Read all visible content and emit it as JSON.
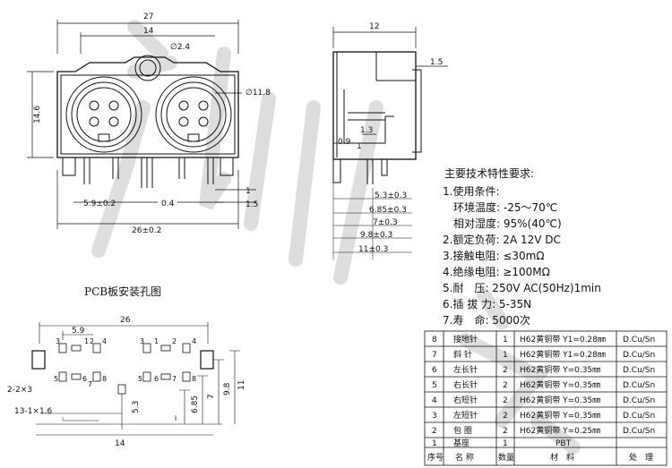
{
  "front_view": {
    "dims": {
      "overall_width": "27",
      "half_width": "14",
      "hole_dia": "∅2.4",
      "body_dia": "∅11.8",
      "height": "14.6",
      "pin_pitch_a": "5.9±0.2",
      "pin_gap": "0.4",
      "pin_h1": "1",
      "pin_h2": "1.5",
      "total_width": "26±0.2"
    }
  },
  "side_view": {
    "dims": {
      "depth": "12",
      "flange": "1.5",
      "d09": "0.9",
      "d13": "1.3",
      "d1": "1",
      "p53": "5.3±0.3",
      "p685": "6.85±0.3",
      "p7": "7±0.3",
      "p98": "9.8±0.3",
      "p11": "11±0.3"
    }
  },
  "pcb": {
    "title": "PCB板安装孔图",
    "dims": {
      "top": "26",
      "pitch": "5.9",
      "bottom": "14",
      "hole_a": "2-2×3",
      "hole_b": "13-1×1.6",
      "v53": "5.3",
      "v685": "6.85",
      "v7": "7",
      "v98": "9.8",
      "v11": "11"
    },
    "pin_numbers": [
      "3",
      "1",
      "2",
      "4",
      "3",
      "1",
      "2",
      "4",
      "5",
      "6",
      "7",
      "8",
      "5",
      "6",
      "7",
      "8"
    ]
  },
  "specs": {
    "title": "主要技术特性要求:",
    "items": [
      "1.使用条件:",
      "　环境温度: -25～70℃",
      "　相对湿度: 95%(40℃)",
      "2.额定负荷: 2A 12V DC",
      "3.接触电阻: ≤30mΩ",
      "4.绝缘电阻: ≥100MΩ",
      "5.耐　压: 250V AC(50Hz)1min",
      "6.插 拔 力: 5-35N",
      "7.寿　命: 5000次"
    ]
  },
  "bom": {
    "headers": [
      "序号",
      "名 称",
      "数量",
      "材　料",
      "处　理"
    ],
    "rows": [
      {
        "no": "8",
        "name": "接地针",
        "qty": "1",
        "material": "H62黄铜带 Y1=0.28㎜",
        "finish": "D.Cu/Sn"
      },
      {
        "no": "7",
        "name": "斜 针",
        "qty": "1",
        "material": "H62黄铜带 Y1=0.28㎜",
        "finish": "D.Cu/Sn"
      },
      {
        "no": "6",
        "name": "左长针",
        "qty": "2",
        "material": "H62黄铜带 Y=0.35㎜",
        "finish": "D.Cu/Sn"
      },
      {
        "no": "5",
        "name": "右长针",
        "qty": "2",
        "material": "H62黄铜带 Y=0.35㎜",
        "finish": "D.Cu/Sn"
      },
      {
        "no": "4",
        "name": "右短针",
        "qty": "2",
        "material": "H62黄铜带 Y=0.35㎜",
        "finish": "D.Cu/Sn"
      },
      {
        "no": "3",
        "name": "左短针",
        "qty": "2",
        "material": "H62黄铜带 Y=0.35㎜",
        "finish": "D.Cu/Sn"
      },
      {
        "no": "2",
        "name": "包 圈",
        "qty": "2",
        "material": "H62黄铜带 Y=0.25㎜",
        "finish": "D.Cu/Sn"
      },
      {
        "no": "1",
        "name": "基座",
        "qty": "1",
        "material": "PBT",
        "finish": ""
      }
    ]
  },
  "colors": {
    "line": "#111111",
    "watermark": "#c8c8c8"
  }
}
